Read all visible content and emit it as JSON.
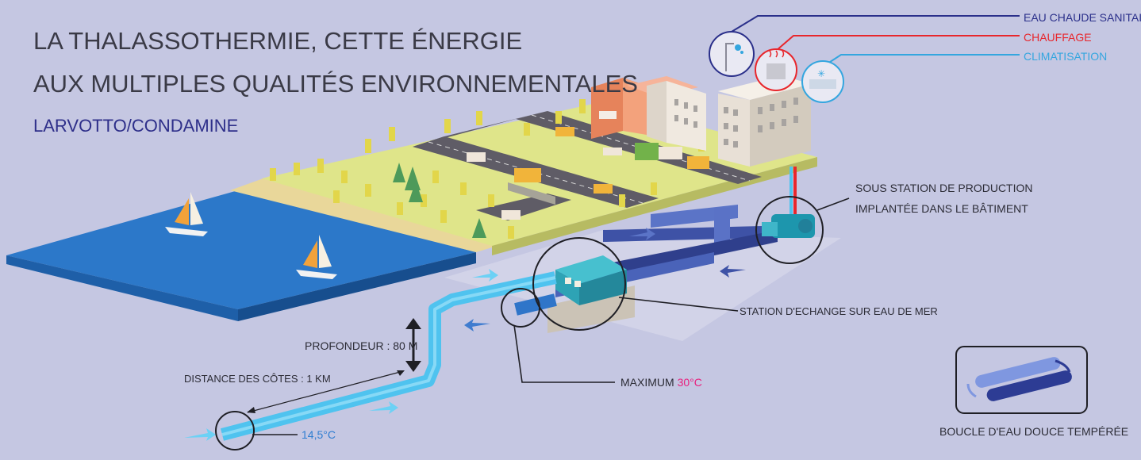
{
  "title": {
    "line1": "LA THALASSOTHERMIE, CETTE ÉNERGIE",
    "line2": "AUX MULTIPLES QUALITÉS ENVIRONNEMENTALES",
    "subtitle": "LARVOTTO/CONDAMINE"
  },
  "legend": {
    "ecs": "EAU CHAUDE SANITAIRE",
    "chauffage": "CHAUFFAGE",
    "climatisation": "CLIMATISATION"
  },
  "labels": {
    "sous_station_line1": "SOUS STATION DE PRODUCTION",
    "sous_station_line2": "IMPLANTÉE DANS LE BÂTIMENT",
    "station_echange": "STATION D'ECHANGE SUR EAU DE MER",
    "profondeur": "PROFONDEUR : 80 M",
    "distance": "DISTANCE DES CÔTES : 1 KM",
    "maximum_prefix": "MAXIMUM",
    "maximum_value": "30°C",
    "temp_sea": "14,5°C",
    "boucle": "BOUCLE D'EAU DOUCE TEMPÉRÉE"
  },
  "colors": {
    "background": "#c5c7e2",
    "sea": "#2a72c4",
    "land": "#dfe58a",
    "road": "#5d5a64",
    "pipe_light": "#4fc3ef",
    "pipe_dark": "#3a4d9e",
    "legend_ecs": "#2a2f8a",
    "legend_chauffage": "#e8262c",
    "legend_climatisation": "#34a6df",
    "maximum_value": "#e8217e"
  },
  "icons": [
    "shower-icon",
    "radiator-icon",
    "air-conditioner-icon",
    "sailboat-icon",
    "heat-pump-icon"
  ]
}
